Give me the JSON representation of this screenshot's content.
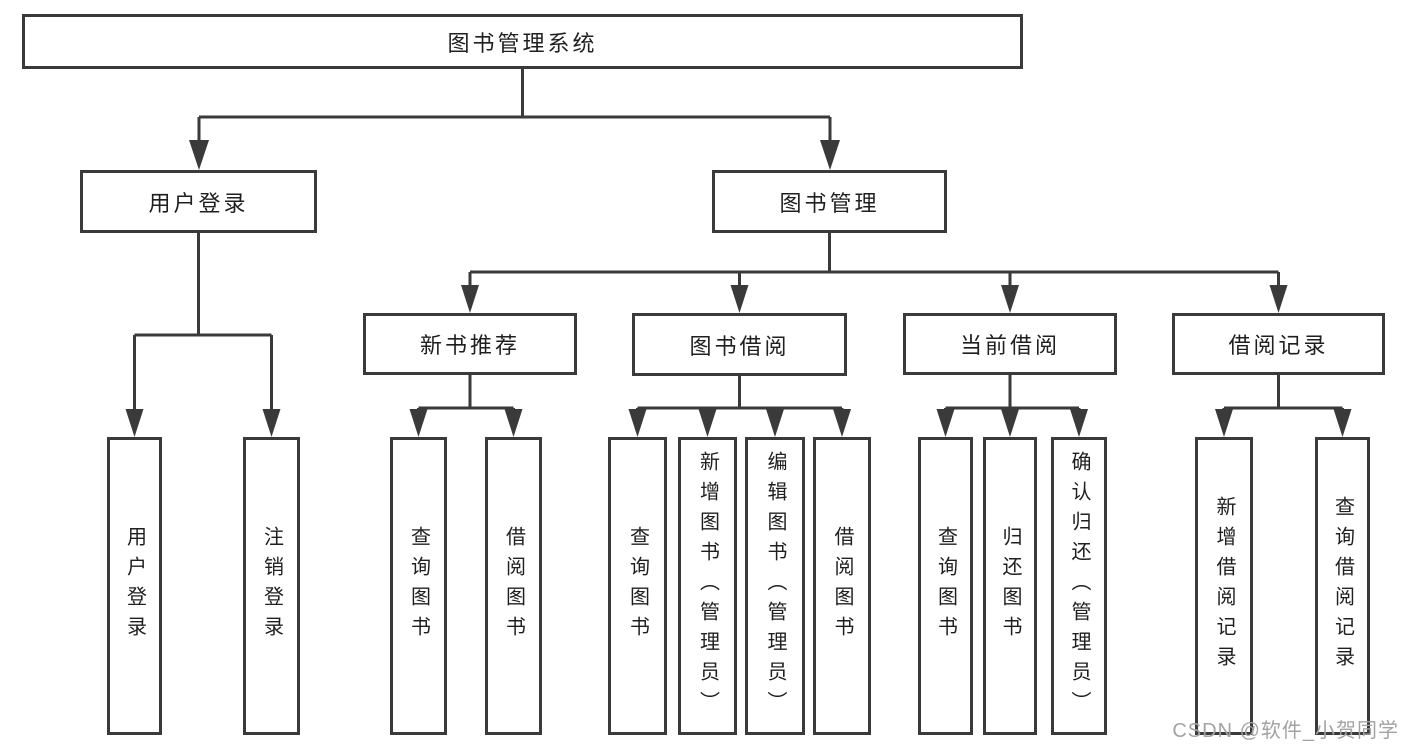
{
  "tree": {
    "label": "图书管理系统",
    "children": [
      {
        "label": "用户登录",
        "children": [
          {
            "label": "用户登录"
          },
          {
            "label": "注销登录"
          }
        ]
      },
      {
        "label": "图书管理",
        "children": [
          {
            "label": "新书推荐",
            "children": [
              {
                "label": "查询图书"
              },
              {
                "label": "借阅图书"
              }
            ]
          },
          {
            "label": "图书借阅",
            "children": [
              {
                "label": "查询图书"
              },
              {
                "label": "新增图书（管理员）"
              },
              {
                "label": "编辑图书（管理员）"
              },
              {
                "label": "借阅图书"
              }
            ]
          },
          {
            "label": "当前借阅",
            "children": [
              {
                "label": "查询图书"
              },
              {
                "label": "归还图书"
              },
              {
                "label": "确认归还（管理员）"
              }
            ]
          },
          {
            "label": "借阅记录",
            "children": [
              {
                "label": "新增借阅记录"
              },
              {
                "label": "查询借阅记录"
              }
            ]
          }
        ]
      }
    ]
  },
  "watermark": "CSDN @软件_小贺同学",
  "colors": {
    "line": "#3a3a3a",
    "text": "#1f1f1f",
    "watermark": "#a3a3a3",
    "background": "#ffffff"
  }
}
